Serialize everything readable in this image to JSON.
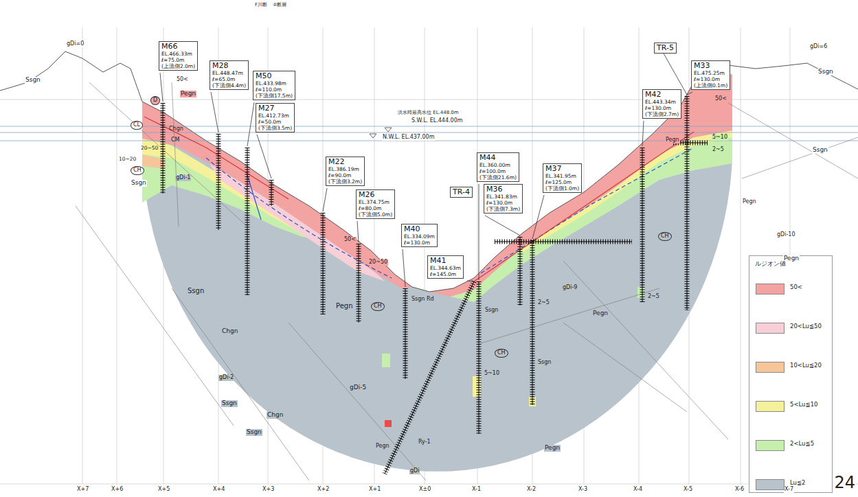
{
  "diagram": {
    "nodes": [
      {
        "text": [
          "M66",
          "EL.466.33m",
          "ℓ=75.0m",
          "(上流側2.0m)"
        ]
      },
      {
        "text": [
          "M28",
          "EL.448.47m",
          "ℓ=65.0m",
          "(下流側4.4m)"
        ]
      },
      {
        "text": [
          "M50",
          "EL.433.98m",
          "ℓ=110.0m",
          "(下流側17.5m)"
        ]
      },
      {
        "text": [
          "M27",
          "EL.412.73m",
          "ℓ=50.0m",
          "(下流側3.5m)"
        ]
      },
      {
        "text": [
          "M22",
          "EL.386.19m",
          "ℓ=90.0m",
          "(下流側3.2m)"
        ]
      },
      {
        "text": [
          "M26",
          "EL.374.75m",
          "ℓ=80.0m",
          "(下流側5.0m)"
        ]
      },
      {
        "text": [
          "M40",
          "EL.334.09m",
          "ℓ=130.0m"
        ]
      },
      {
        "text": [
          "TR-4"
        ]
      },
      {
        "text": [
          "M41",
          "EL.344.63m",
          "ℓ=145.0m"
        ]
      },
      {
        "text": [
          "M44",
          "EL.360.00m",
          "ℓ=100.0m",
          "(下流側21.6m)"
        ]
      },
      {
        "text": [
          "M36",
          "EL.341.83m",
          "ℓ=130.0m",
          "(下流側7.3m)"
        ]
      },
      {
        "text": [
          "M37",
          "EL.341.95m",
          "ℓ=125.0m",
          "(下流側1.0m)"
        ]
      },
      {
        "text": [
          "TR-5"
        ]
      },
      {
        "text": [
          "M42",
          "EL.443.34m",
          "ℓ=130.0m",
          "(下流側2.7m)"
        ]
      },
      {
        "text": [
          "M33",
          "EL.475.25m",
          "ℓ=130.0m",
          "(上流側0.1m)"
        ]
      }
    ],
    "labels": [
      "F川断",
      "②断層",
      "gDi=0",
      "Ssgn",
      "Pegn",
      "D",
      "50<",
      "CL",
      "CM",
      "CH",
      "Chgn",
      "20~50",
      "10~20",
      "Ssgn",
      "gDi-1",
      "Ssgn",
      "Chgn",
      "Pegn",
      "gDi-2",
      "Ssgn",
      "Chgn",
      "Ssgn",
      "gDi-5",
      "Ssgn Rd",
      "50<",
      "20~50",
      "CH",
      "Ssgn",
      "gDi-9",
      "Pegn",
      "2~5",
      "CH",
      "5~10",
      "Ssgn",
      "Pegn",
      "Ry-1",
      "Pegn",
      "gDi",
      "Pegn",
      "50<",
      "5~10",
      "2~5",
      "CH",
      "gDi-10",
      "Pegn",
      "Pegn",
      "Ssgn",
      "Ssgn",
      "gDi=6",
      "2~5",
      "ルジオン値",
      "24",
      "X+7",
      "X+6",
      "X+5",
      "X+4",
      "X+3",
      "X+2",
      "X+1",
      "X±0",
      "X-1",
      "X-2",
      "X-3",
      "X-4",
      "X-5",
      "X-6",
      "X-7",
      "洪水時最高水位 EL.448.0m",
      "S.W.L. EL.444.00m",
      "N.W.L. EL.437.00m"
    ],
    "legend": [
      {
        "text": "50<",
        "color": "#f4a3a3"
      },
      {
        "text": "20<Lu≦50",
        "color": "#f8cfd6"
      },
      {
        "text": "10<Lu≦20",
        "color": "#f6c69a"
      },
      {
        "text": "5<Lu≦10",
        "color": "#f5f09a"
      },
      {
        "text": "2<Lu≦5",
        "color": "#c6efae"
      },
      {
        "text": "Lu≦2",
        "color": "#b8c3cb"
      }
    ]
  }
}
